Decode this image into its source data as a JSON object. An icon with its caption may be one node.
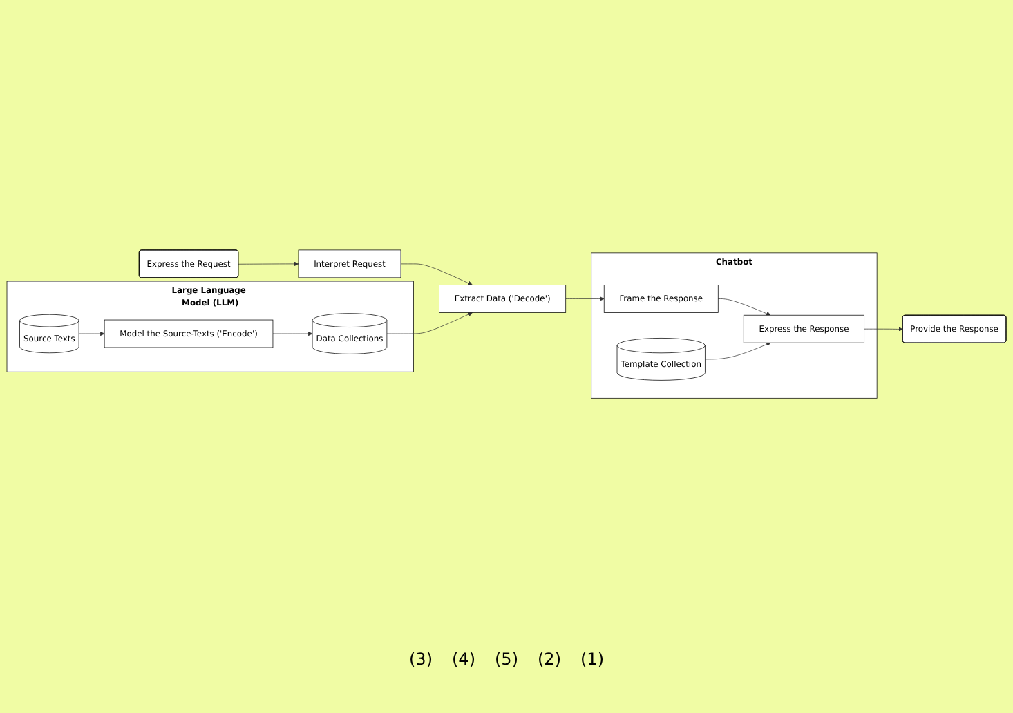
{
  "diagram": {
    "nodes": [
      {
        "text": [
          "Chatbot"
        ]
      },
      {
        "text": [
          "Express the Request"
        ]
      },
      {
        "text": [
          "Interpret Request"
        ]
      },
      {
        "text": [
          "Extract Data ('Decode')"
        ]
      },
      {
        "text": [
          "Frame the Response"
        ],
        "in": 0
      },
      {
        "text": [
          "Express the Response"
        ],
        "in": 0
      },
      {
        "text": [
          "Provide the Response"
        ]
      },
      {
        "text": [
          "Template Collection"
        ],
        "in": 0
      },
      {
        "text": [
          "Large Language Model (LLM)"
        ]
      },
      {
        "text": [
          "Data Collections"
        ],
        "in": 8
      },
      {
        "text": [
          "Model the Source-Texts ('Encode')"
        ],
        "in": 8
      },
      {
        "text": [
          "Source Texts"
        ],
        "in": 8
      }
    ],
    "edges": [
      {
        "from": 1,
        "to": 2,
        "arrow": "to"
      },
      {
        "from": 2,
        "to": 3,
        "arrow": "to"
      },
      {
        "from": 3,
        "to": 4,
        "arrow": "to"
      },
      {
        "from": 4,
        "to": 5,
        "arrow": "to"
      },
      {
        "from": 5,
        "to": 6,
        "arrow": "to"
      },
      {
        "from": 9,
        "to": 3,
        "arrow": "to"
      },
      {
        "from": 7,
        "to": 5,
        "arrow": "to"
      },
      {
        "from": 11,
        "to": 10,
        "arrow": "to"
      },
      {
        "from": 10,
        "to": 9,
        "arrow": "to"
      }
    ],
    "labels": [
      "(3)",
      "(4)",
      "(5)",
      "(2)",
      "(1)"
    ]
  }
}
